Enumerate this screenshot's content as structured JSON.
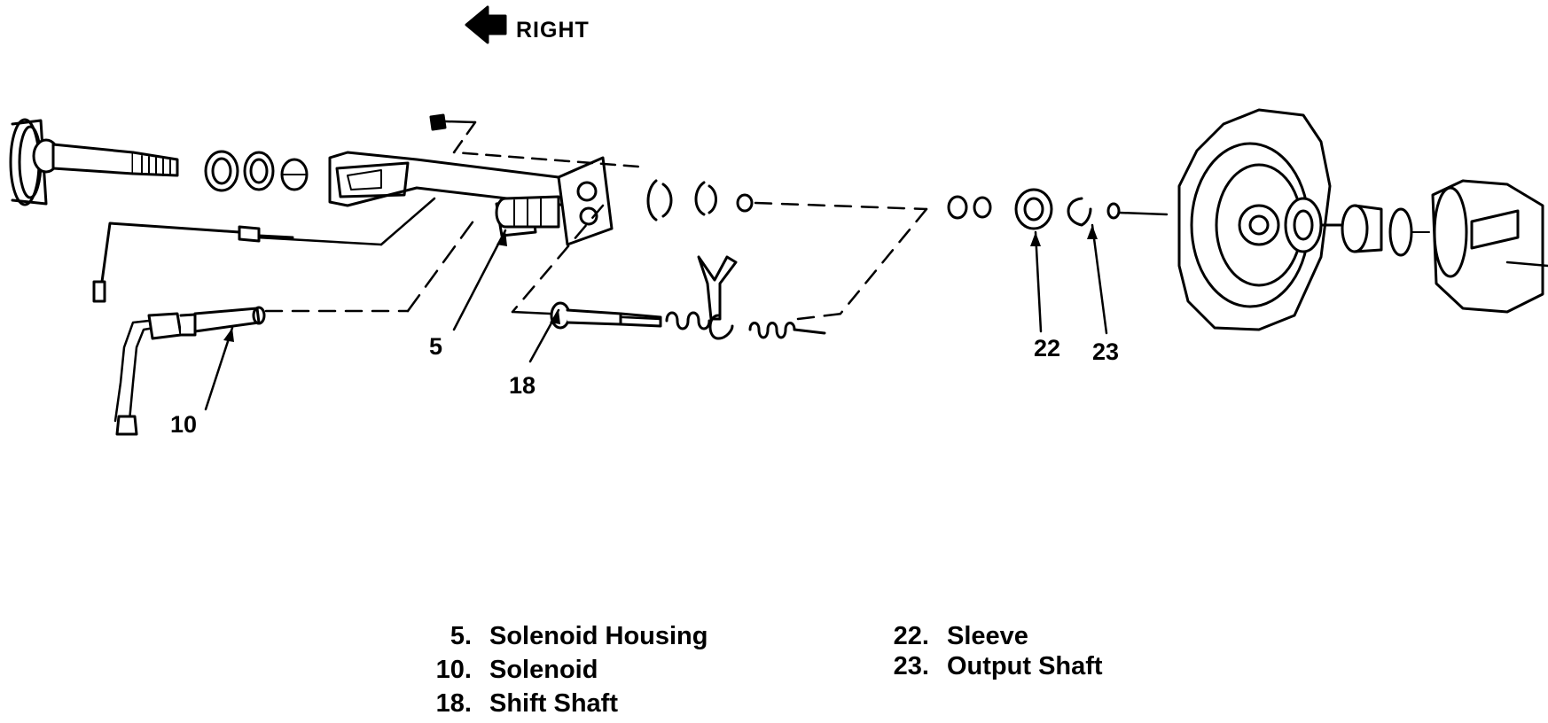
{
  "direction_label": "RIGHT",
  "callouts": [
    "5",
    "10",
    "18",
    "22",
    "23"
  ],
  "legend": {
    "left": [
      {
        "num": "5.",
        "name": "Solenoid Housing"
      },
      {
        "num": "10.",
        "name": "Solenoid"
      },
      {
        "num": "18.",
        "name": "Shift Shaft"
      }
    ],
    "right": [
      {
        "num": "22.",
        "name": "Sleeve"
      },
      {
        "num": "23.",
        "name": "Output Shaft"
      }
    ]
  }
}
